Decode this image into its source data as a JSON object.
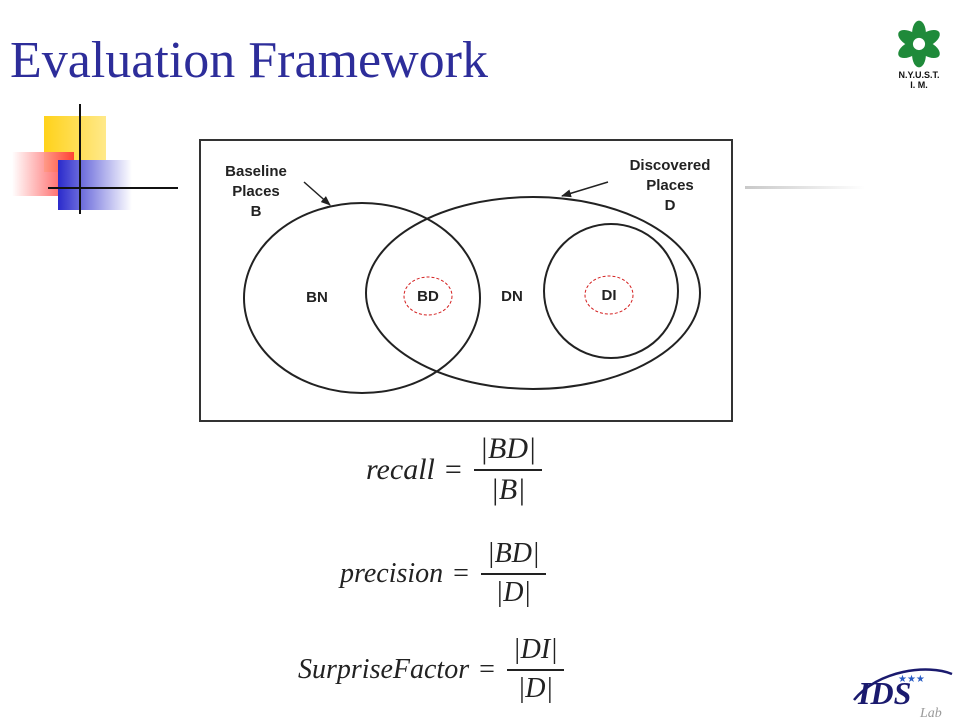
{
  "slide": {
    "title": "Evaluation Framework",
    "logo_text": [
      "N.Y.U.S.T.",
      "I. M."
    ]
  },
  "venn": {
    "baseline_label": [
      "Baseline",
      "Places",
      "B"
    ],
    "discovered_label": [
      "Discovered",
      "Places",
      "D"
    ],
    "regions": {
      "bn": "BN",
      "bd": "BD",
      "dn": "DN",
      "di": "DI"
    }
  },
  "formulas": {
    "recall": {
      "lhs": "recall",
      "eq": "=",
      "num": "|BD|",
      "den": "|B|"
    },
    "precision": {
      "lhs": "precision",
      "eq": "=",
      "num": "|BD|",
      "den": "|D|"
    },
    "surprise": {
      "lhs": "SurpriseFactor",
      "eq": "=",
      "num": "|DI|",
      "den": "|D|"
    }
  },
  "footer_logo": {
    "main": "IDS",
    "sub": "Lab"
  },
  "colors": {
    "title": "#2d2d9a",
    "logo_green": "#1f8a3a",
    "region_marker": "#d42020",
    "ids_logo": "#1a1a6e"
  }
}
